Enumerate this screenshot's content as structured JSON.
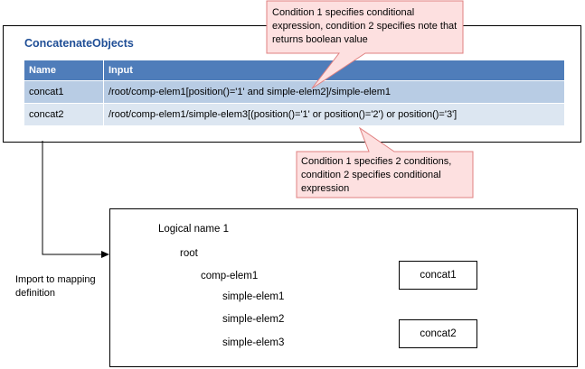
{
  "panel_title": "ConcatenateObjects",
  "table": {
    "headers": [
      "Name",
      "Input"
    ],
    "rows": [
      {
        "name": "concat1",
        "input": "/root/comp-elem1[position()='1' and simple-elem2]/simple-elem1"
      },
      {
        "name": "concat2",
        "input": "/root/comp-elem1/simple-elem3[(position()='1' or  position()='2') or position()='3']"
      }
    ]
  },
  "callout_top": "Condition 1 specifies conditional expression, condition 2 specifies note that returns boolean value",
  "callout_bottom": "Condition 1 specifies 2 conditions, condition 2 specifies conditional expression",
  "import_label": "Import to mapping definition",
  "tree": {
    "logical_name": "Logical name 1",
    "nodes": [
      "root",
      "comp-elem1",
      "simple-elem1",
      "simple-elem2",
      "simple-elem3"
    ]
  },
  "targets": [
    "concat1",
    "concat2"
  ],
  "colors": {
    "header_bg": "#4f7dba",
    "row1_bg": "#b8cce4",
    "row2_bg": "#dce6f1",
    "callout_fill": "#fde0e0",
    "callout_stroke": "#e08080",
    "title_color": "#1f4e96",
    "orange_node": "#e9704a",
    "blue_node": "#3b78d8"
  },
  "icons": {
    "document": "document-icon",
    "comp_node": "orange-sphere-icon",
    "simple_node": "blue-sphere-icon",
    "connector": "connector-port-icon"
  }
}
